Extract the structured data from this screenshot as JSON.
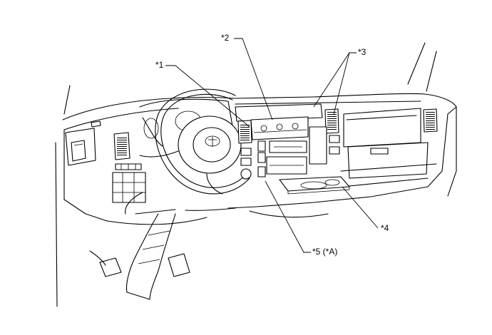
{
  "callouts": {
    "c1": "*1",
    "c2": "*2",
    "c3": "*3",
    "c4": "*4",
    "c5": "*5 (*A)"
  },
  "colors": {
    "line": "#000000",
    "background": "#ffffff",
    "hatch": "#000000"
  }
}
